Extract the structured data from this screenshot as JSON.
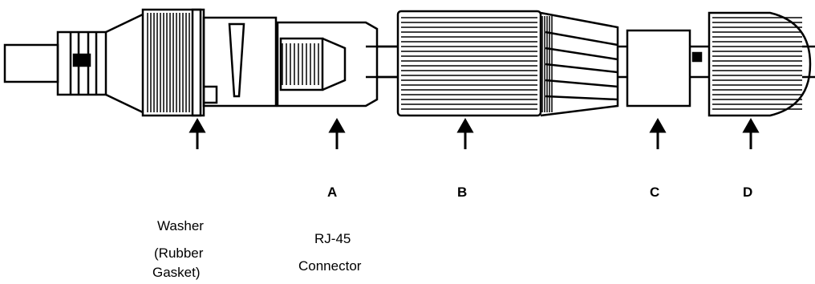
{
  "labels": {
    "a": "A",
    "b": "B",
    "c": "C",
    "d": "D"
  },
  "captions": {
    "washer": [
      "Washer",
      "(Rubber",
      "Gasket)"
    ],
    "rj45": [
      "RJ-45",
      "Connector"
    ]
  },
  "colors": {
    "line": "#000000",
    "background": "#ffffff"
  }
}
